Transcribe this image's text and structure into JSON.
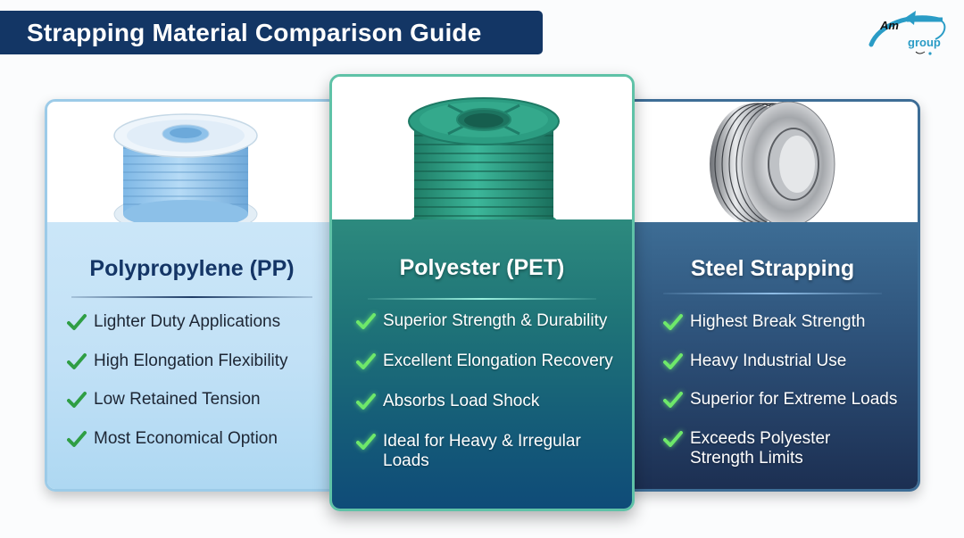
{
  "header": {
    "title": "Strapping Material Comparison Guide"
  },
  "logo": {
    "mark": "Am",
    "text": "group"
  },
  "colors": {
    "title_bg": "#133665",
    "pp_accent": "#9ccbe8",
    "pet_accent": "#5fc2a7",
    "steel_accent": "#3d6d96",
    "check_green": "#2f9e44",
    "check_bright_green": "#6ee86a"
  },
  "cards": [
    {
      "id": "pp",
      "title": "Polypropylene (PP)",
      "image": "blue-plastic-strap-spool",
      "features": [
        "Lighter Duty Applications",
        "High Elongation Flexibility",
        "Low Retained Tension",
        "Most Economical Option"
      ]
    },
    {
      "id": "pet",
      "title": "Polyester (PET)",
      "image": "green-polyester-strap-spool",
      "features": [
        "Superior Strength & Durability",
        "Excellent Elongation Recovery",
        "Absorbs Load Shock",
        "Ideal for Heavy & Irregular Loads"
      ]
    },
    {
      "id": "steel",
      "title": "Steel Strapping",
      "image": "steel-strap-coil",
      "features": [
        "Highest Break Strength",
        "Heavy Industrial Use",
        "Superior for Extreme Loads",
        "Exceeds Polyester Strength Limits"
      ]
    }
  ]
}
